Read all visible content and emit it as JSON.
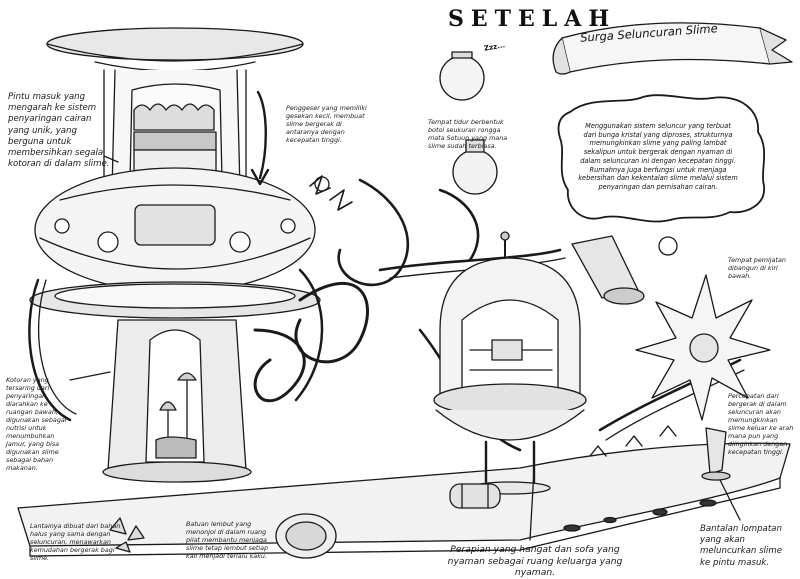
{
  "title": {
    "main": "SETELAH",
    "sub": "Surga Seluncuran Slime",
    "zzz": "Zzz..."
  },
  "intro": "Menggunakan sistem seluncur yang terbuat dari bunga kristal yang diproses, strukturnya memungkinkan slime yang paling lambat sekalipun untuk bergerak dengan nyaman di dalam seluncuran ini dengan kecepatan tinggi. Rumahnya juga berfungsi untuk menjaga kebersihan dan kekentalan slime melalui sistem penyaringan dan pemisahan cairan.",
  "annotations": {
    "entrance": "Pintu masuk yang mengarah ke sistem penyaringan cairan yang unik, yang berguna untuk membersihkan segala kotoran di dalam slime.",
    "slider": "Penggeser yang memiliki gesekan kecil, membuat slime bergerak di antaranya dengan kecepatan tinggi.",
    "sleep": "Tempat tidur berbentuk botol seukuran rongga mata Sotuun yang mana slime sudah terbiasa.",
    "spawn": "Tempat pemijatan dibangun di kiri bawah.",
    "dirt": "Kotoran yang tersaring dari penyaringan diarahkan ke ruangan bawah, digunakan sebagai nutrisi untuk menumbuhkan Jamur, yang bisa digunakan slime sebagai bahan makanan.",
    "accel": "Percepatan dari bergerak di dalam seluncuran akan memungkinkan slime keluar ke arah mana pun yang diinginkan dengan kecepatan tinggi.",
    "floor": "Lantainya dibuat dari bahan halus yang sama dengan seluncuran, menawarkan kemudahan bergerak bagi slime.",
    "stones": "Batuan lembut yang menonjol di dalam ruang pilat membantu menjaga slime tetap lembut setiap kali menjadi terlalu kaku.",
    "fireplace": "Perapian yang hangat dan sofa yang nyaman sebagai ruang keluarga yang nyaman.",
    "jump": "Bantalan lompatan yang akan meluncurkan slime ke pintu masuk."
  }
}
